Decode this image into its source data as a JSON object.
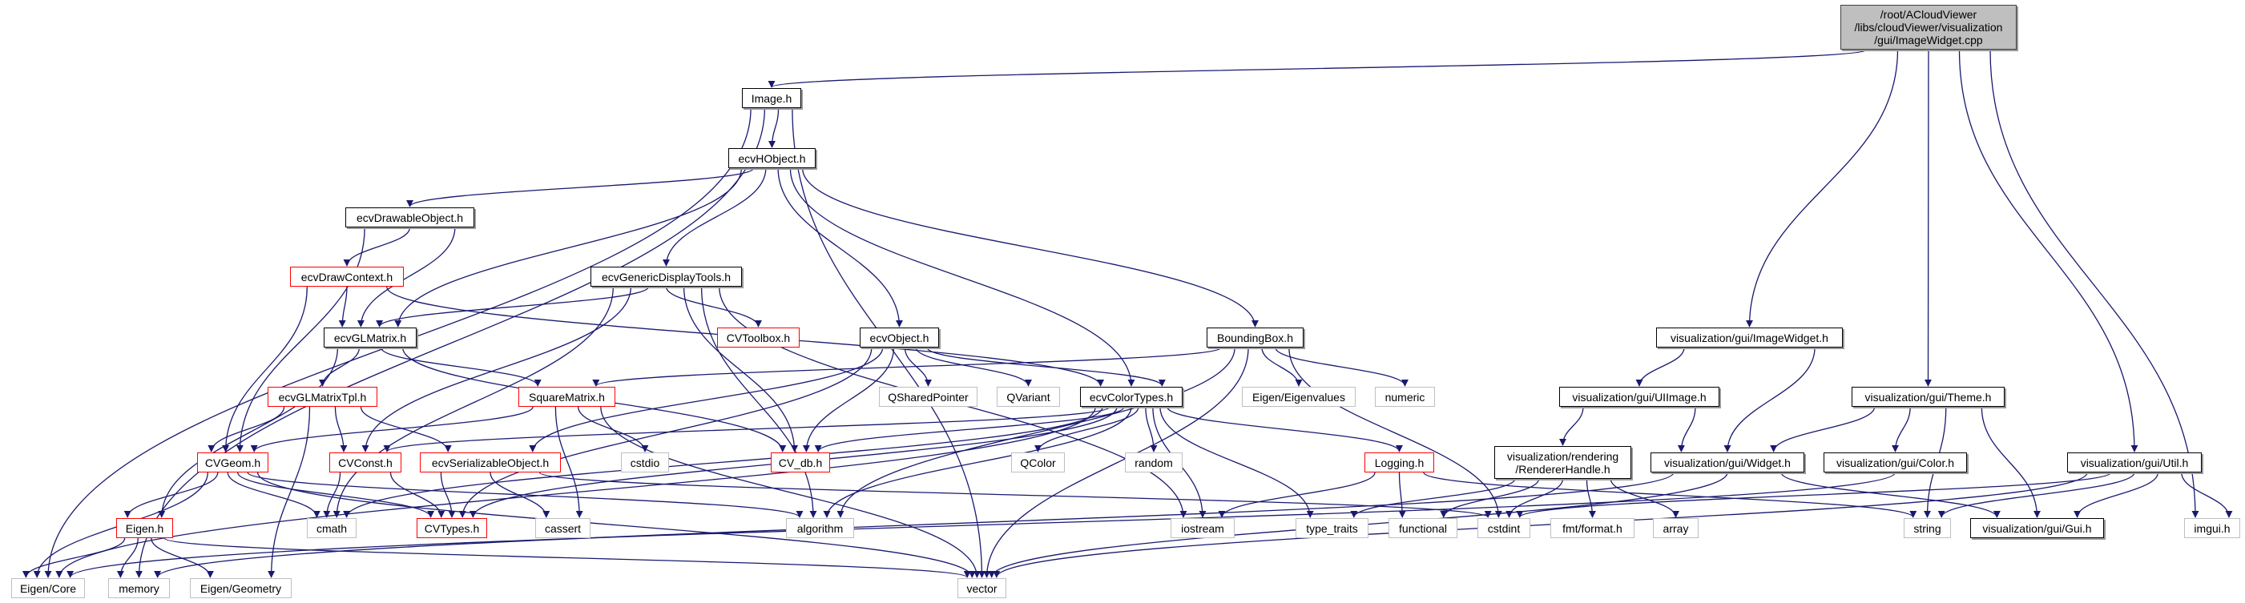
{
  "colors": {
    "edge": "#191970",
    "root_fill": "#bfbfbf",
    "truncated_border": "#ff0000",
    "external_border": "#bfbfbf",
    "documented_border": "#000000"
  },
  "nodes": [
    {
      "id": "root",
      "label": "/root/ACloudViewer\n/libs/cloudViewer/visualization\n/gui/ImageWidget.cpp",
      "kind": "root"
    },
    {
      "id": "image_h",
      "label": "Image.h",
      "kind": "documented"
    },
    {
      "id": "hobject",
      "label": "ecvHObject.h",
      "kind": "documented"
    },
    {
      "id": "drawable",
      "label": "ecvDrawableObject.h",
      "kind": "documented"
    },
    {
      "id": "drawcontext",
      "label": "ecvDrawContext.h",
      "kind": "truncated"
    },
    {
      "id": "gendisplay",
      "label": "ecvGenericDisplayTools.h",
      "kind": "documented"
    },
    {
      "id": "glmatrix",
      "label": "ecvGLMatrix.h",
      "kind": "documented"
    },
    {
      "id": "cvtoolbox",
      "label": "CVToolbox.h",
      "kind": "truncated"
    },
    {
      "id": "ecvobject",
      "label": "ecvObject.h",
      "kind": "documented"
    },
    {
      "id": "bbox",
      "label": "BoundingBox.h",
      "kind": "documented"
    },
    {
      "id": "imagewidget_h",
      "label": "visualization/gui/ImageWidget.h",
      "kind": "documented"
    },
    {
      "id": "glmatrixtpl",
      "label": "ecvGLMatrixTpl.h",
      "kind": "truncated"
    },
    {
      "id": "squarematrix",
      "label": "SquareMatrix.h",
      "kind": "truncated"
    },
    {
      "id": "qsharedpointer",
      "label": "QSharedPointer",
      "kind": "external"
    },
    {
      "id": "qvariant",
      "label": "QVariant",
      "kind": "external"
    },
    {
      "id": "colortypes",
      "label": "ecvColorTypes.h",
      "kind": "documented"
    },
    {
      "id": "eigenvalues",
      "label": "Eigen/Eigenvalues",
      "kind": "external"
    },
    {
      "id": "numeric",
      "label": "numeric",
      "kind": "external"
    },
    {
      "id": "uiimage",
      "label": "visualization/gui/UIImage.h",
      "kind": "documented"
    },
    {
      "id": "theme",
      "label": "visualization/gui/Theme.h",
      "kind": "documented"
    },
    {
      "id": "cvgeom",
      "label": "CVGeom.h",
      "kind": "truncated"
    },
    {
      "id": "cvconst",
      "label": "CVConst.h",
      "kind": "truncated"
    },
    {
      "id": "serializable",
      "label": "ecvSerializableObject.h",
      "kind": "truncated"
    },
    {
      "id": "cstdio",
      "label": "cstdio",
      "kind": "external"
    },
    {
      "id": "cvdb",
      "label": "CV_db.h",
      "kind": "truncated"
    },
    {
      "id": "qcolor",
      "label": "QColor",
      "kind": "external"
    },
    {
      "id": "random",
      "label": "random",
      "kind": "external"
    },
    {
      "id": "logging",
      "label": "Logging.h",
      "kind": "truncated"
    },
    {
      "id": "rendererhandle",
      "label": "visualization/rendering\n/RendererHandle.h",
      "kind": "documented"
    },
    {
      "id": "widget",
      "label": "visualization/gui/Widget.h",
      "kind": "documented"
    },
    {
      "id": "color",
      "label": "visualization/gui/Color.h",
      "kind": "documented"
    },
    {
      "id": "util",
      "label": "visualization/gui/Util.h",
      "kind": "documented"
    },
    {
      "id": "eigen_h",
      "label": "Eigen.h",
      "kind": "truncated"
    },
    {
      "id": "cmath",
      "label": "cmath",
      "kind": "external"
    },
    {
      "id": "cvtypes",
      "label": "CVTypes.h",
      "kind": "truncated"
    },
    {
      "id": "cassert",
      "label": "cassert",
      "kind": "external"
    },
    {
      "id": "algorithm",
      "label": "algorithm",
      "kind": "external"
    },
    {
      "id": "iostream",
      "label": "iostream",
      "kind": "external"
    },
    {
      "id": "type_traits",
      "label": "type_traits",
      "kind": "external"
    },
    {
      "id": "functional",
      "label": "functional",
      "kind": "external"
    },
    {
      "id": "cstdint",
      "label": "cstdint",
      "kind": "external"
    },
    {
      "id": "fmt_format",
      "label": "fmt/format.h",
      "kind": "external"
    },
    {
      "id": "array",
      "label": "array",
      "kind": "external"
    },
    {
      "id": "string",
      "label": "string",
      "kind": "external"
    },
    {
      "id": "gui_h",
      "label": "visualization/gui/Gui.h",
      "kind": "documented"
    },
    {
      "id": "imgui",
      "label": "imgui.h",
      "kind": "external"
    },
    {
      "id": "eigen_core",
      "label": "Eigen/Core",
      "kind": "external"
    },
    {
      "id": "memory",
      "label": "memory",
      "kind": "external"
    },
    {
      "id": "eigen_geometry",
      "label": "Eigen/Geometry",
      "kind": "external"
    },
    {
      "id": "vector",
      "label": "vector",
      "kind": "external"
    }
  ],
  "edges": [
    [
      "root",
      "image_h"
    ],
    [
      "root",
      "imagewidget_h"
    ],
    [
      "root",
      "theme"
    ],
    [
      "root",
      "util"
    ],
    [
      "root",
      "imgui"
    ],
    [
      "image_h",
      "hobject"
    ],
    [
      "image_h",
      "eigen_core"
    ],
    [
      "image_h",
      "memory"
    ],
    [
      "image_h",
      "vector"
    ],
    [
      "hobject",
      "drawable"
    ],
    [
      "hobject",
      "glmatrix"
    ],
    [
      "hobject",
      "gendisplay"
    ],
    [
      "hobject",
      "ecvobject"
    ],
    [
      "hobject",
      "colortypes"
    ],
    [
      "hobject",
      "bbox"
    ],
    [
      "drawable",
      "drawcontext"
    ],
    [
      "drawable",
      "glmatrix"
    ],
    [
      "drawable",
      "cvgeom"
    ],
    [
      "drawcontext",
      "glmatrix"
    ],
    [
      "drawcontext",
      "cvgeom"
    ],
    [
      "drawcontext",
      "colortypes"
    ],
    [
      "gendisplay",
      "glmatrix"
    ],
    [
      "gendisplay",
      "cvtoolbox"
    ],
    [
      "gendisplay",
      "cvconst"
    ],
    [
      "gendisplay",
      "cvdb"
    ],
    [
      "gendisplay",
      "cmath"
    ],
    [
      "gendisplay",
      "algorithm"
    ],
    [
      "gendisplay",
      "iostream"
    ],
    [
      "glmatrix",
      "glmatrixtpl"
    ],
    [
      "glmatrix",
      "squarematrix"
    ],
    [
      "glmatrix",
      "eigen_h"
    ],
    [
      "glmatrix",
      "cvdb"
    ],
    [
      "glmatrixtpl",
      "cvgeom"
    ],
    [
      "glmatrixtpl",
      "cvconst"
    ],
    [
      "glmatrixtpl",
      "serializable"
    ],
    [
      "glmatrixtpl",
      "eigen_geometry"
    ],
    [
      "squarematrix",
      "cvgeom"
    ],
    [
      "squarematrix",
      "cstdio"
    ],
    [
      "squarematrix",
      "cassert"
    ],
    [
      "squarematrix",
      "vector"
    ],
    [
      "cvgeom",
      "eigen_h"
    ],
    [
      "cvgeom",
      "eigen_core"
    ],
    [
      "cvgeom",
      "cmath"
    ],
    [
      "cvgeom",
      "cvtypes"
    ],
    [
      "cvgeom",
      "algorithm"
    ],
    [
      "cvgeom",
      "vector"
    ],
    [
      "cvconst",
      "cmath"
    ],
    [
      "cvconst",
      "cvtypes"
    ],
    [
      "serializable",
      "cvtypes"
    ],
    [
      "serializable",
      "cassert"
    ],
    [
      "serializable",
      "cstdint"
    ],
    [
      "eigen_h",
      "eigen_core"
    ],
    [
      "eigen_h",
      "memory"
    ],
    [
      "eigen_h",
      "eigen_geometry"
    ],
    [
      "eigen_h",
      "vector"
    ],
    [
      "ecvobject",
      "colortypes"
    ],
    [
      "ecvobject",
      "qsharedpointer"
    ],
    [
      "ecvobject",
      "qvariant"
    ],
    [
      "ecvobject",
      "cvdb"
    ],
    [
      "ecvobject",
      "cvtypes"
    ],
    [
      "ecvobject",
      "serializable"
    ],
    [
      "bbox",
      "squarematrix"
    ],
    [
      "bbox",
      "eigenvalues"
    ],
    [
      "bbox",
      "numeric"
    ],
    [
      "bbox",
      "cstdint"
    ],
    [
      "bbox",
      "algorithm"
    ],
    [
      "bbox",
      "vector"
    ],
    [
      "colortypes",
      "cvconst"
    ],
    [
      "colortypes",
      "cvdb"
    ],
    [
      "colortypes",
      "cmath"
    ],
    [
      "colortypes",
      "cvtypes"
    ],
    [
      "colortypes",
      "algorithm"
    ],
    [
      "colortypes",
      "eigen_core"
    ],
    [
      "colortypes",
      "qcolor"
    ],
    [
      "colortypes",
      "random"
    ],
    [
      "colortypes",
      "iostream"
    ],
    [
      "colortypes",
      "type_traits"
    ],
    [
      "colortypes",
      "logging"
    ],
    [
      "logging",
      "iostream"
    ],
    [
      "logging",
      "functional"
    ],
    [
      "logging",
      "string"
    ],
    [
      "imagewidget_h",
      "uiimage"
    ],
    [
      "imagewidget_h",
      "widget"
    ],
    [
      "uiimage",
      "rendererhandle"
    ],
    [
      "uiimage",
      "widget"
    ],
    [
      "rendererhandle",
      "type_traits"
    ],
    [
      "rendererhandle",
      "functional"
    ],
    [
      "rendererhandle",
      "cstdint"
    ],
    [
      "rendererhandle",
      "fmt_format"
    ],
    [
      "rendererhandle",
      "array"
    ],
    [
      "theme",
      "widget"
    ],
    [
      "theme",
      "color"
    ],
    [
      "theme",
      "string"
    ],
    [
      "theme",
      "gui_h"
    ],
    [
      "widget",
      "gui_h"
    ],
    [
      "widget",
      "memory"
    ],
    [
      "widget",
      "vector"
    ],
    [
      "color",
      "eigen_core"
    ],
    [
      "util",
      "cstdint"
    ],
    [
      "util",
      "string"
    ],
    [
      "util",
      "gui_h"
    ],
    [
      "util",
      "imgui"
    ],
    [
      "util",
      "vector"
    ]
  ]
}
